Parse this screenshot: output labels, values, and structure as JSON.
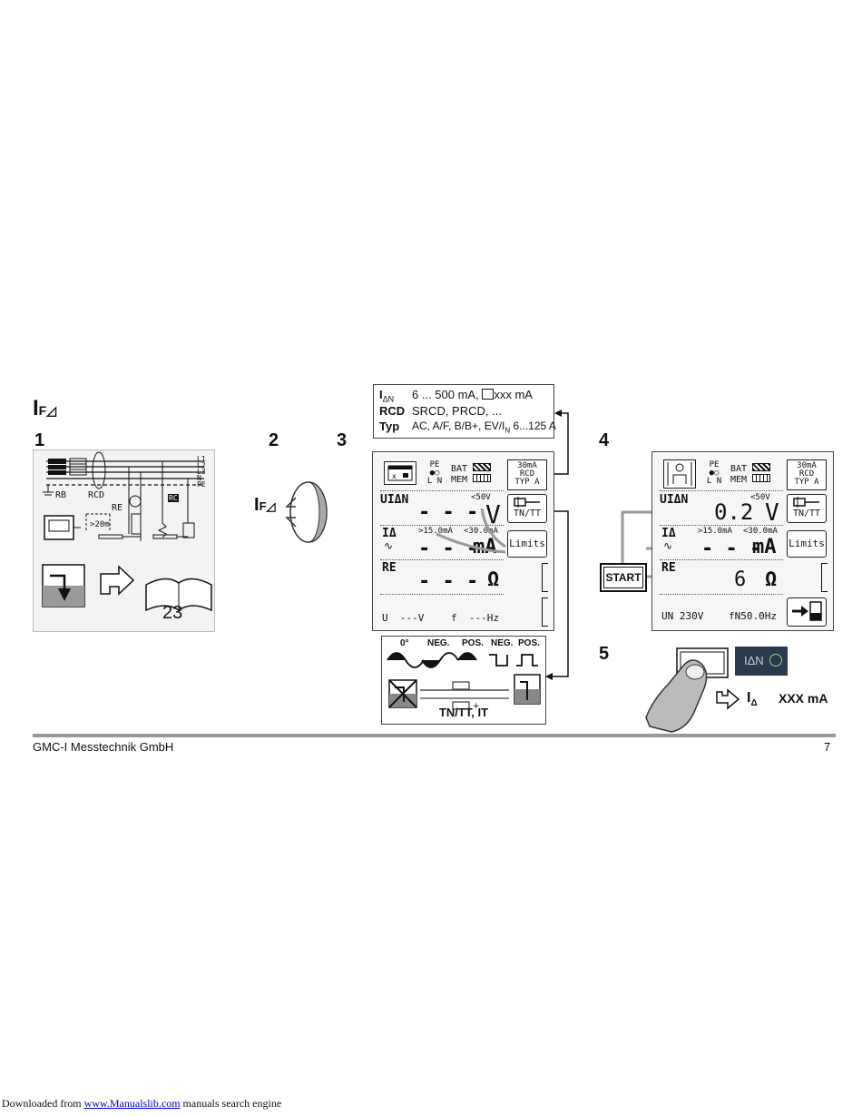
{
  "heading": {
    "symbol": "I",
    "sub": "F",
    "ramp": "◿"
  },
  "steps": {
    "s1": "1",
    "s2": "2",
    "s3": "3",
    "s4": "4",
    "s5": "5"
  },
  "step1": {
    "lines": [
      "L1",
      "L2",
      "L3",
      "N",
      "PE"
    ],
    "rb": "RB",
    "rcd": "RCD",
    "re": "RE",
    "dist": ">20m",
    "rc": "RC",
    "page_ref": "23"
  },
  "step2": {
    "symbol": "I",
    "sub": "F",
    "ramp": "◿"
  },
  "infobox": {
    "r1_label": "I",
    "r1_sub": "ΔN",
    "r1_value": "6 ... 500 mA,",
    "r1_value2": "xxx mA",
    "r2_label": "RCD",
    "r2_value": "SRCD, PRCD, ...",
    "r3_label": "Typ",
    "r3_value": "AC, A/F, B/B+, EV/I",
    "r3_sub": "N",
    "r3_value2": "6...125 A"
  },
  "lcd3": {
    "pe_top": "PE",
    "pe_bot": "L N",
    "bat": "BAT",
    "mem": "MEM",
    "rcd_a": "30mA",
    "rcd_b": "RCD",
    "rcd_c": "TYP A",
    "row1_label": "UIΔN",
    "row1_limit": "<50V",
    "row1_value": "- - -",
    "row1_unit": "V",
    "row1_btn": "TN/TT",
    "row2_label": "IΔ",
    "row2_wave": "∿",
    "row2_lim1": ">15.0mA",
    "row2_lim2": "<30.0mA",
    "row2_value": "- - -",
    "row2_unit": "mA",
    "row2_btn": "Limits",
    "row3_label": "RE",
    "row3_value": "- - -",
    "row3_unit": "Ω",
    "footer_u": "U  ---V",
    "footer_f": "f  ---Hz"
  },
  "wavebox": {
    "labels": [
      "0°",
      "NEG.",
      "POS.",
      "NEG.",
      "POS."
    ],
    "network": "TN/TT, IT"
  },
  "lcd4": {
    "pe_top": "PE",
    "pe_bot": "L N",
    "bat": "BAT",
    "mem": "MEM",
    "rcd_a": "30mA",
    "rcd_b": "RCD",
    "rcd_c": "TYP A",
    "row1_label": "UIΔN",
    "row1_limit": "<50V",
    "row1_value": "0.2",
    "row1_unit": "V",
    "row1_btn": "TN/TT",
    "row2_label": "IΔ",
    "row2_wave": "∿",
    "row2_lim1": ">15.0mA",
    "row2_lim2": "<30.0mA",
    "row2_value": "- - -",
    "row2_unit": "mA",
    "row2_btn": "Limits",
    "row3_label": "RE",
    "row3_value": "6",
    "row3_unit": "Ω",
    "footer_u": "UN 230V",
    "footer_f": "fN50.0Hz"
  },
  "start_label": "START",
  "step5": {
    "key": "IΔN",
    "i_label": "I",
    "i_sub": "Δ",
    "value": "XXX mA"
  },
  "footer": {
    "company": "GMC-I Messtechnik GmbH",
    "page": "7"
  },
  "download": {
    "prefix": "Downloaded from ",
    "link": "www.Manualslib.com",
    "suffix": " manuals search engine"
  }
}
